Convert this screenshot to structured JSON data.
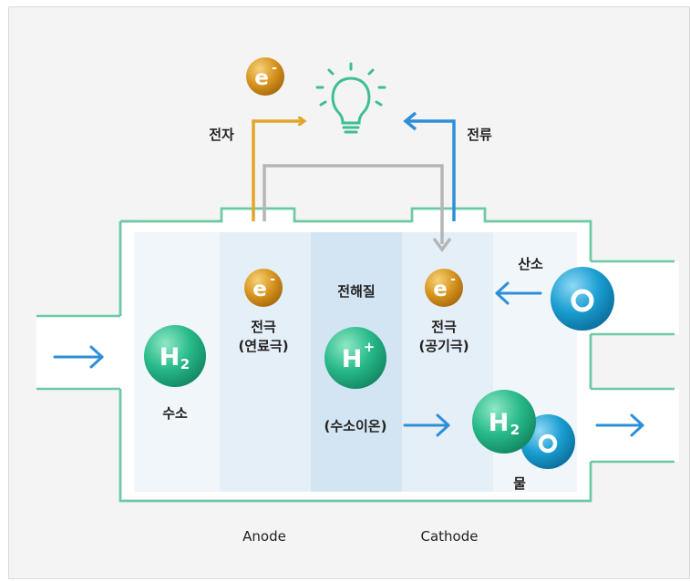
{
  "colors": {
    "frame_bg": "#f4f4f5",
    "cell_outline": "#6cc9a4",
    "cell_fill": "#ffffff",
    "electrode": "#e7f0f8",
    "electrolyte": "#d3e5f3",
    "electron_wire": "#e3a42c",
    "current_wire": "#2e8fd8",
    "gray_path": "#b5b5b5",
    "flow_arrow": "#2e8fd8",
    "bulb": "#3dbf8f",
    "electron": "#d18f1d",
    "hydrogen": "#27b98a",
    "oxygen": "#1a9ed1"
  },
  "icons": [
    "lightbulb-icon",
    "electron-icon",
    "hydrogen-molecule-icon",
    "hydrogen-ion-icon",
    "oxygen-atom-icon",
    "water-molecule-icon",
    "arrow-icon"
  ],
  "labels": {
    "electron_flow": "전자",
    "current_flow": "전류",
    "electrolyte": "전해질",
    "anode_electrode_line1": "전극",
    "anode_electrode_line2": "(연료극)",
    "cathode_electrode_line1": "전극",
    "cathode_electrode_line2": "(공기극)",
    "hydrogen": "수소",
    "hydrogen_ion": "(수소이온)",
    "oxygen": "산소",
    "water": "물",
    "anode": "Anode",
    "cathode": "Cathode"
  },
  "symbols": {
    "electron": "e",
    "electron_charge": "-",
    "hydrogen": "H",
    "hydrogen_subscript": "2",
    "hydrogen_ion": "H",
    "ion_charge": "+",
    "oxygen": "O"
  }
}
